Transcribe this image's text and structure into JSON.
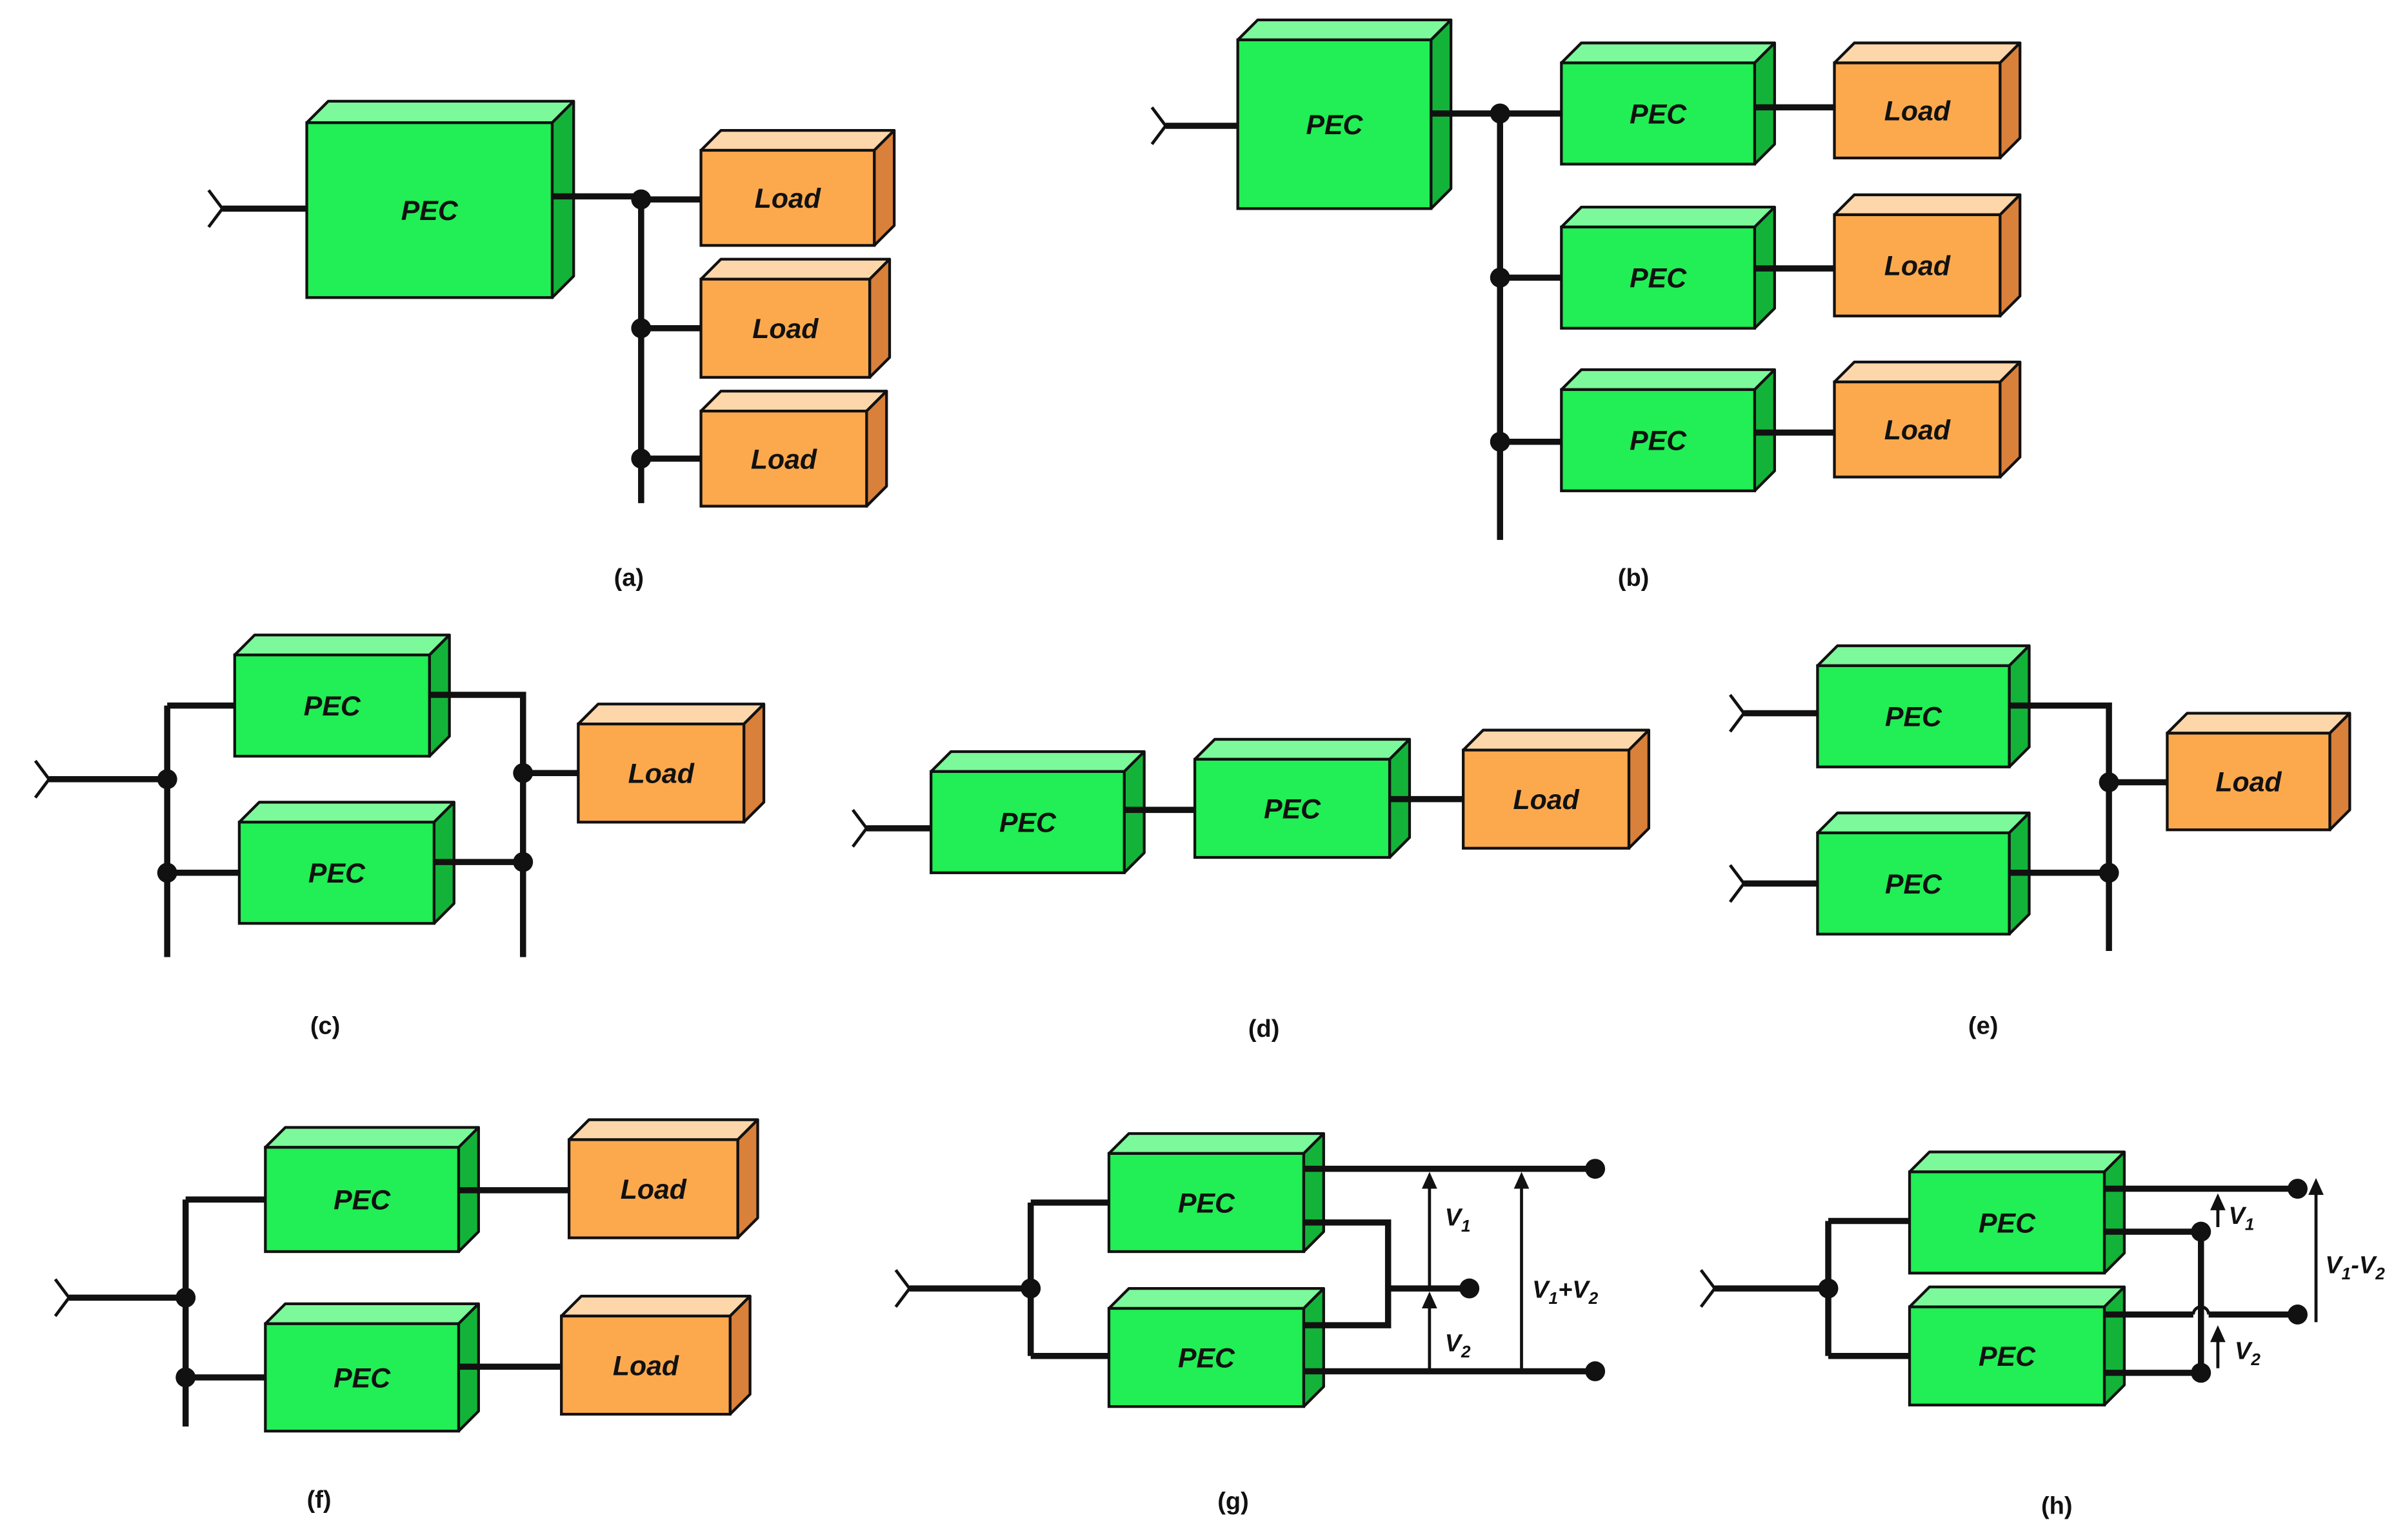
{
  "diagram": {
    "pec_label": "PEC",
    "load_label": "Load",
    "colors": {
      "pec_front": "#22ee55",
      "pec_top": "#7cf99a",
      "pec_side": "#13b33a",
      "load_front": "#fca94e",
      "load_top": "#fdd7aa",
      "load_side": "#d9803a",
      "line": "#111111"
    },
    "captions": {
      "a": "(a)",
      "b": "(b)",
      "c": "(c)",
      "d": "(d)",
      "e": "(e)",
      "f": "(f)",
      "g": "(g)",
      "h": "(h)"
    },
    "voltage_labels": {
      "g_v1": {
        "main": "V",
        "sub": "1"
      },
      "g_v2": {
        "main": "V",
        "sub": "2"
      },
      "g_sum": {
        "main1": "V",
        "sub1": "1",
        "op": "+",
        "main2": "V",
        "sub2": "2"
      },
      "h_v1": {
        "main": "V",
        "sub": "1"
      },
      "h_v2": {
        "main": "V",
        "sub": "2"
      },
      "h_diff": {
        "main1": "V",
        "sub1": "1",
        "op": "-",
        "main2": "V",
        "sub2": "2"
      }
    }
  }
}
